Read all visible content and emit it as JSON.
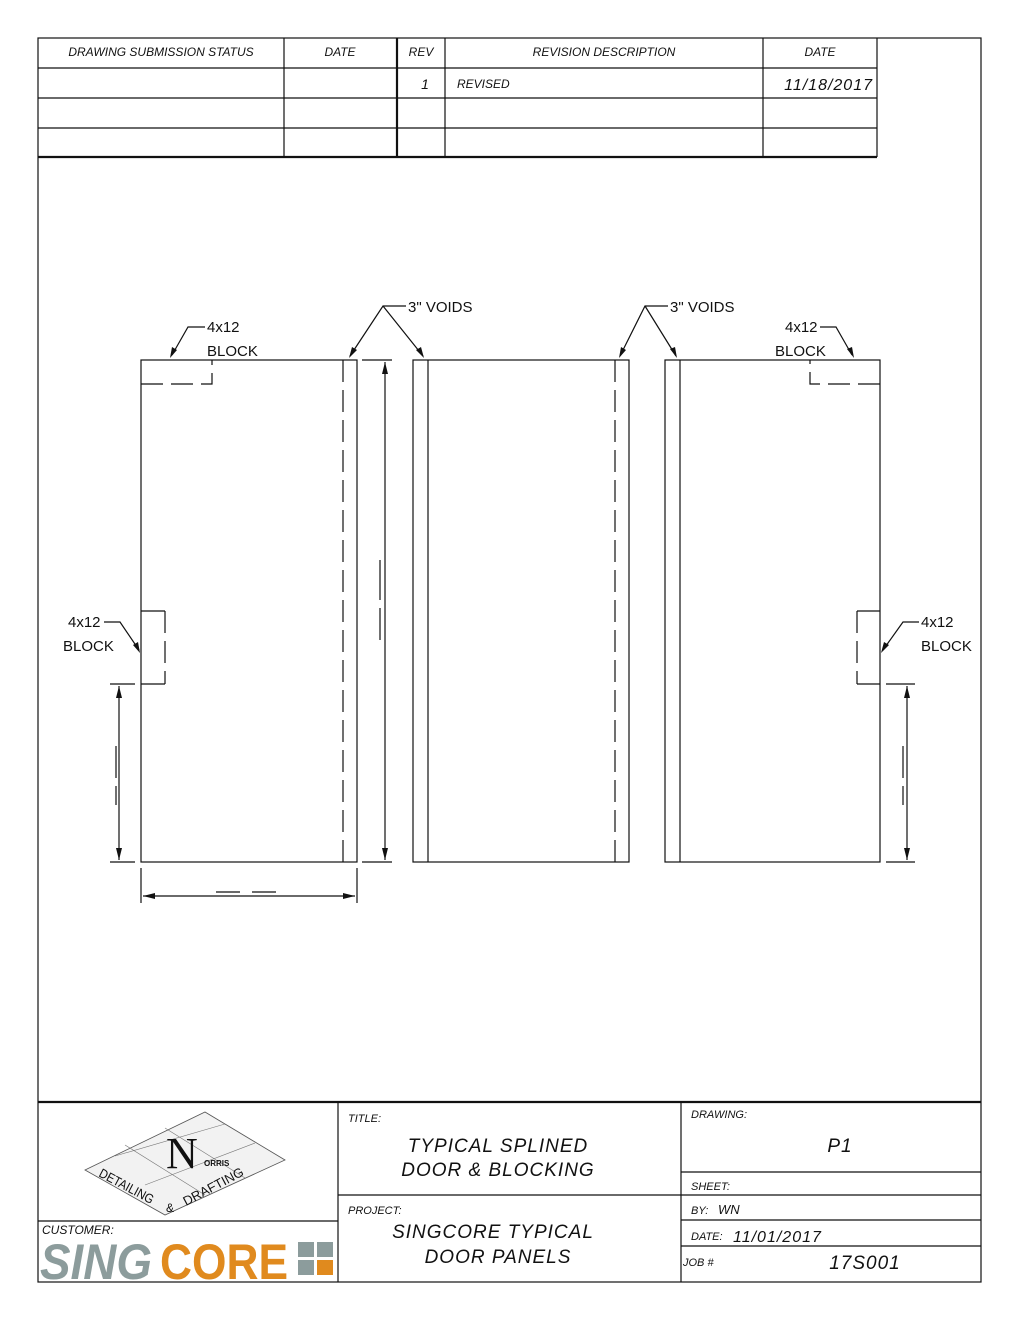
{
  "revision_table": {
    "headers": [
      "DRAWING SUBMISSION STATUS",
      "DATE",
      "REV",
      "REVISION DESCRIPTION",
      "DATE"
    ],
    "rows": [
      {
        "status": "",
        "date": "",
        "rev": "1",
        "description": "REVISED",
        "rev_date": "11/18/2017"
      },
      {
        "status": "",
        "date": "",
        "rev": "",
        "description": "",
        "rev_date": ""
      },
      {
        "status": "",
        "date": "",
        "rev": "",
        "description": "",
        "rev_date": ""
      }
    ]
  },
  "drawing": {
    "callouts": {
      "block_top_left": [
        "4x12",
        "BLOCK"
      ],
      "block_top_right": [
        "4x12",
        "BLOCK"
      ],
      "block_side_left": [
        "4x12",
        "BLOCK"
      ],
      "block_side_right": [
        "4x12",
        "BLOCK"
      ],
      "voids_1": "3\" VOIDS",
      "voids_2": "3\" VOIDS"
    }
  },
  "title_block": {
    "logo_text": "NORRIS DETAILING & DRAFTING",
    "customer_label": "CUSTOMER:",
    "customer_logo": {
      "part1": "SING",
      "part2": "CORE",
      "gray": "#8c9c9c",
      "orange": "#e08a1e"
    },
    "title_label": "TITLE:",
    "title_lines": [
      "TYPICAL SPLINED",
      "DOOR & BLOCKING"
    ],
    "project_label": "PROJECT:",
    "project_lines": [
      "SINGCORE TYPICAL",
      "DOOR PANELS"
    ],
    "drawing_label": "DRAWING:",
    "drawing_value": "P1",
    "sheet_label": "SHEET:",
    "by_label": "BY:",
    "by_value": "WN",
    "date_label": "DATE:",
    "date_value": "11/01/2017",
    "job_label": "JOB #",
    "job_value": "17S001"
  }
}
